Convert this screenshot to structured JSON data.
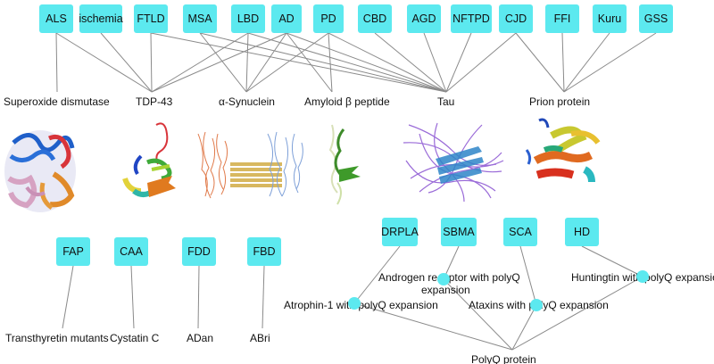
{
  "diseases": {
    "ALS": "ALS",
    "ischemia": "ischemia",
    "FTLD": "FTLD",
    "MSA": "MSA",
    "LBD": "LBD",
    "AD": "AD",
    "PD": "PD",
    "CBD": "CBD",
    "AGD": "AGD",
    "NFTPD": "NFTPD",
    "CJD": "CJD",
    "FFI": "FFI",
    "Kuru": "Kuru",
    "GSS": "GSS",
    "FAP": "FAP",
    "CAA": "CAA",
    "FDD": "FDD",
    "FBD": "FBD",
    "DRPLA": "DRPLA",
    "SBMA": "SBMA",
    "SCA": "SCA",
    "HD": "HD"
  },
  "proteins": {
    "sod": "Superoxide dismutase",
    "tdp": "TDP-43",
    "syn": "α-Synuclein",
    "abeta": "Amyloid β peptide",
    "tau": "Tau",
    "prion": "Prion  protein",
    "ttr": "Transthyretin mutants",
    "cyst": "Cystatin C",
    "adan": "ADan",
    "abri": "ABri",
    "atro": "Atrophin-1 with polyQ expansion",
    "andro": "Androgen receptor with polyQ expansion",
    "ataxin": "Ataxins with polyQ expansion",
    "htt": "Huntingtin with polyQ expansion",
    "polyq": "PolyQ protein"
  },
  "colors": {
    "node_fill": "#5ce9ef",
    "edge": "#8a8a8a"
  }
}
